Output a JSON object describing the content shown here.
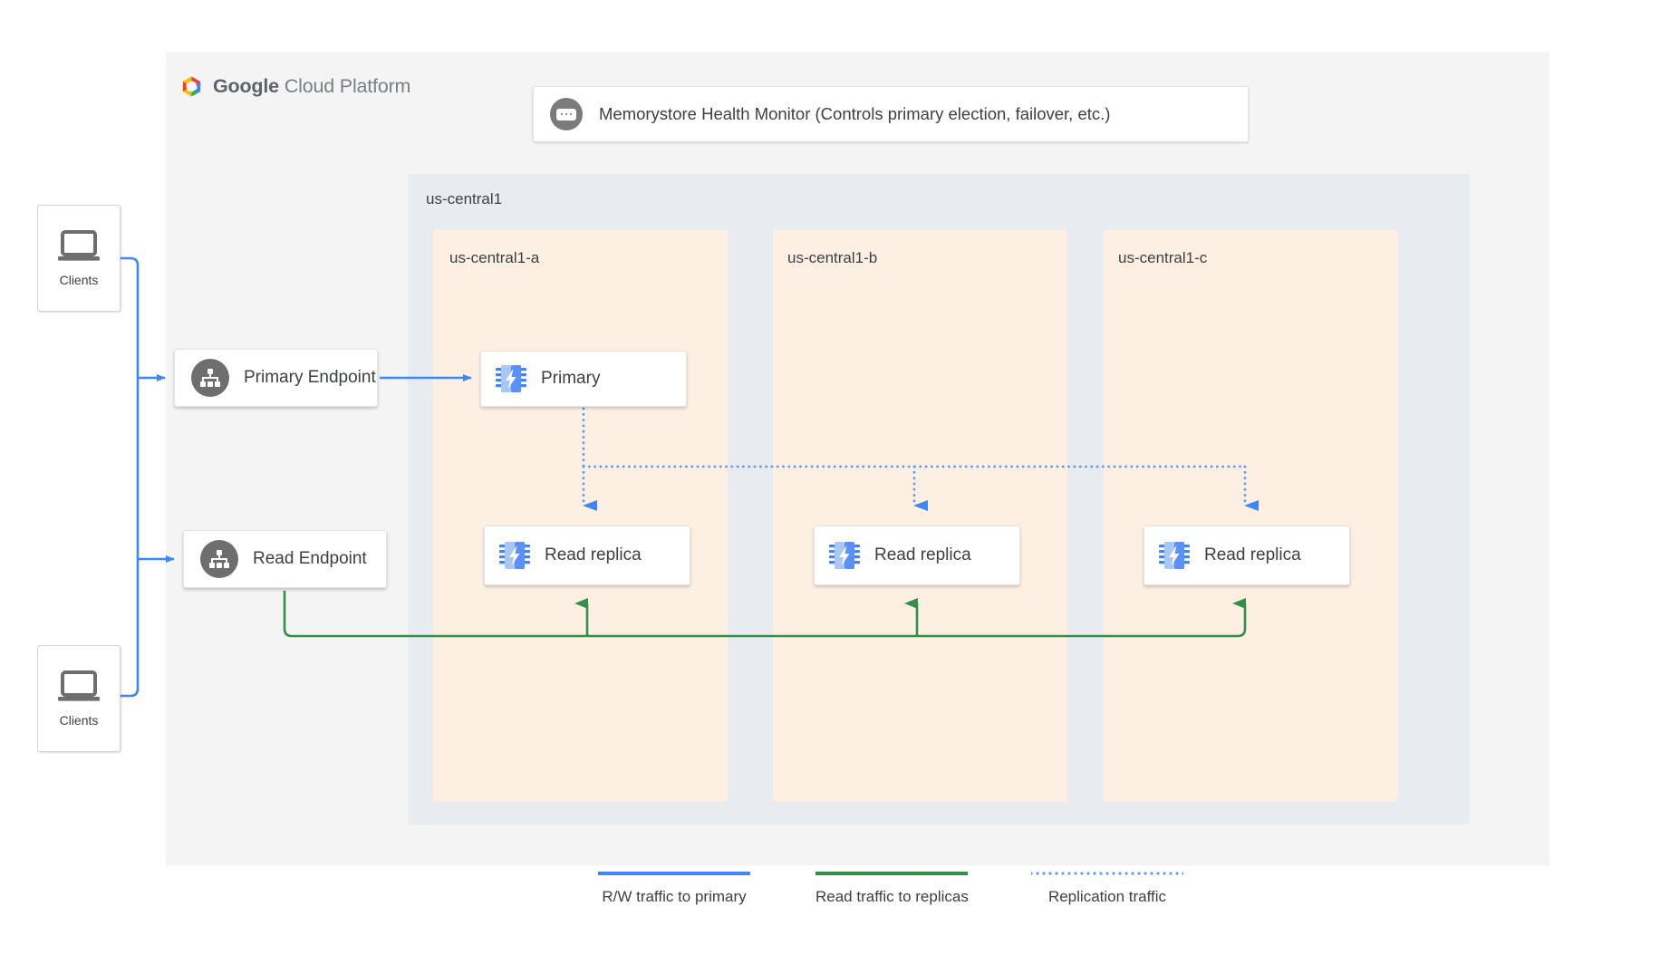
{
  "logo": {
    "icon": "google-cloud-hexagon-icon",
    "word_bold": "Google",
    "word_light": "Cloud Platform"
  },
  "health_monitor": {
    "icon": "status-pill-icon",
    "text": "Memorystore Health Monitor (Controls primary election, failover, etc.)"
  },
  "region": {
    "label": "us-central1",
    "zones": [
      {
        "label": "us-central1-a",
        "node": {
          "icon": "memorystore-chip-icon",
          "label": "Primary"
        },
        "replica": {
          "icon": "memorystore-chip-icon",
          "label": "Read replica"
        }
      },
      {
        "label": "us-central1-b",
        "replica": {
          "icon": "memorystore-chip-icon",
          "label": "Read replica"
        }
      },
      {
        "label": "us-central1-c",
        "replica": {
          "icon": "memorystore-chip-icon",
          "label": "Read replica"
        }
      }
    ]
  },
  "endpoints": {
    "primary": {
      "icon": "hierarchy-icon",
      "label": "Primary Endpoint"
    },
    "read": {
      "icon": "hierarchy-icon",
      "label": "Read Endpoint"
    }
  },
  "clients": [
    {
      "icon": "laptop-icon",
      "label": "Clients"
    },
    {
      "icon": "laptop-icon",
      "label": "Clients"
    }
  ],
  "legend": [
    {
      "style": "solid-blue",
      "label": "R/W traffic to primary"
    },
    {
      "style": "solid-green",
      "label": "Read traffic to replicas"
    },
    {
      "style": "dotted-blue",
      "label": "Replication traffic"
    }
  ],
  "colors": {
    "blue": "#4285F4",
    "dotted_blue": "#5C9BF5",
    "green": "#348D4B",
    "zone_fill": "#FDF0E2",
    "region_fill": "#E8ECF0",
    "panel_fill": "#F4F4F5",
    "icon_gray": "#6E6E6E",
    "text": "#3C4043"
  }
}
